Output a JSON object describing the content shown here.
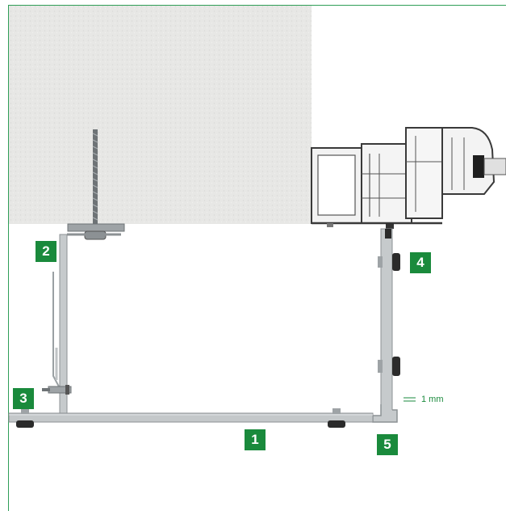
{
  "markers": {
    "m1": "1",
    "m2": "2",
    "m3": "3",
    "m4": "4",
    "m5": "5"
  },
  "gap_label": "1 mm",
  "colors": {
    "marker_bg": "#1a8a3c",
    "frame_border": "#2f9e57",
    "wall": "#e6e6e4",
    "metal": "#b9bdbf",
    "metal_dark": "#8c9194"
  }
}
